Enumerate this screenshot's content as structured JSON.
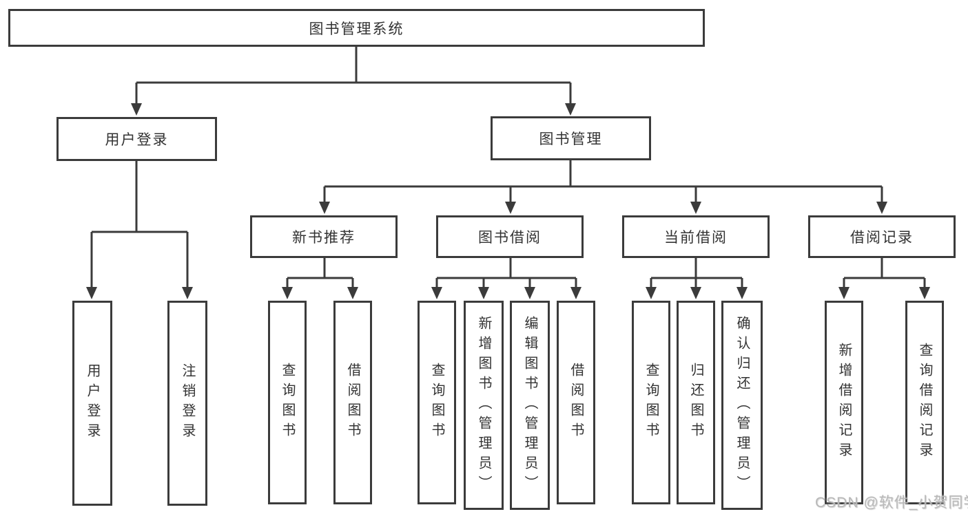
{
  "tree": {
    "root": {
      "label": "图书管理系统"
    },
    "branches": [
      {
        "label": "用户登录",
        "children": [
          {
            "label": "用户登录"
          },
          {
            "label": "注销登录"
          }
        ]
      },
      {
        "label": "图书管理",
        "children": [
          {
            "label": "新书推荐",
            "children": [
              {
                "label": "查询图书"
              },
              {
                "label": "借阅图书"
              }
            ]
          },
          {
            "label": "图书借阅",
            "children": [
              {
                "label": "查询图书"
              },
              {
                "label": "新增图书（管理员）"
              },
              {
                "label": "编辑图书（管理员）"
              },
              {
                "label": "借阅图书"
              }
            ]
          },
          {
            "label": "当前借阅",
            "children": [
              {
                "label": "查询图书"
              },
              {
                "label": "归还图书"
              },
              {
                "label": "确认归还（管理员）"
              }
            ]
          },
          {
            "label": "借阅记录",
            "children": [
              {
                "label": "新增借阅记录"
              },
              {
                "label": "查询借阅记录"
              }
            ]
          }
        ]
      }
    ]
  },
  "watermark": {
    "text": "CSDN @软件_小贺同学"
  },
  "colors": {
    "line": "#3b3b3b",
    "text": "#333333",
    "background": "#ffffff",
    "watermark": "#b8b8b8"
  }
}
